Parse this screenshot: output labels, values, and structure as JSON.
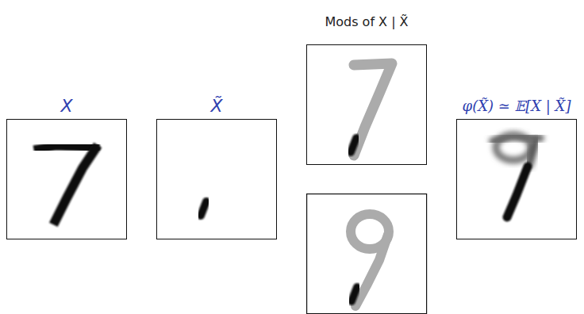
{
  "diagram": {
    "nodes": [
      {
        "text": [
          "X"
        ]
      },
      {
        "text": [
          "X̃"
        ]
      },
      {
        "text": [
          "Mods of X | X̃"
        ]
      },
      {
        "text": [
          "φ(X̃) ≃ 𝔼[X | X̃]"
        ]
      }
    ]
  }
}
